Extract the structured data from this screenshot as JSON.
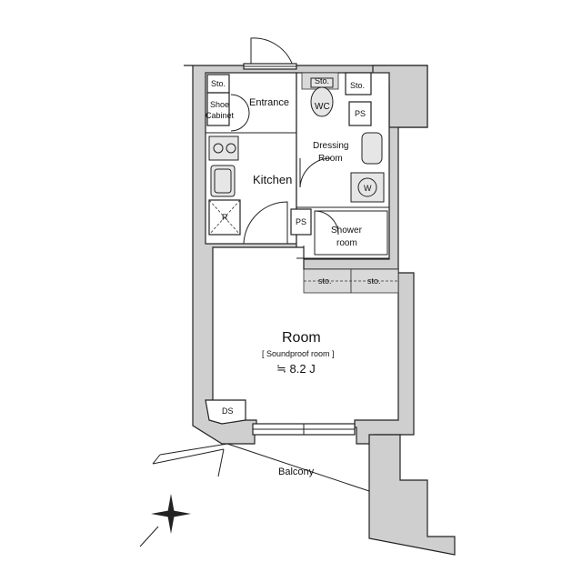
{
  "rooms": {
    "entrance": "Entrance",
    "kitchen": "Kitchen",
    "wc": "WC",
    "dressing_room_line1": "Dressing",
    "dressing_room_line2": "Room",
    "shower_room_line1": "Shower",
    "shower_room_line2": "room",
    "room": "Room",
    "room_note": "[ Soundproof room ]",
    "room_size": "≒ 8.2 J",
    "balcony": "Balcony"
  },
  "storage": {
    "sto_entrance": "Sto.",
    "shoe_cabinet_line1": "Shoe",
    "shoe_cabinet_line2": "Cabinet",
    "sto_wc": "Sto.",
    "sto_right": "Sto.",
    "sto_room_left": "sto.",
    "sto_room_right": "sto."
  },
  "fixtures": {
    "ps_upper": "PS",
    "ps_lower": "PS",
    "refrigerator": "R",
    "washer": "W",
    "ds": "DS"
  }
}
